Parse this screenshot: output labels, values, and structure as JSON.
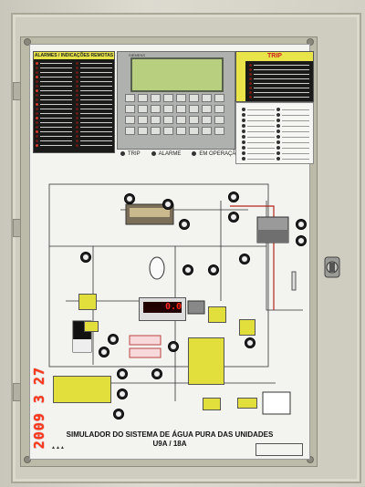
{
  "panel": {
    "alarm_card_title": "ALARMES / INDICAÇÕES REMOTAS",
    "hmi_brand": "SIEMENS",
    "legend": {
      "trip": "TRIP",
      "alarme": "ALARME",
      "operacao": "EM OPERAÇÃO"
    },
    "trip_title": "TRIP",
    "title_line1": "SIMULADOR DO SISTEMA DE ÁGUA PURA DAS UNIDADES",
    "title_line2": "U9A / 18A",
    "date_stamp": "2009 3 27",
    "display_value": "0.0"
  },
  "colors": {
    "led_red": "#d43a2a",
    "card_yellow": "#e8e44a",
    "date_orange": "#ff3a1c"
  }
}
